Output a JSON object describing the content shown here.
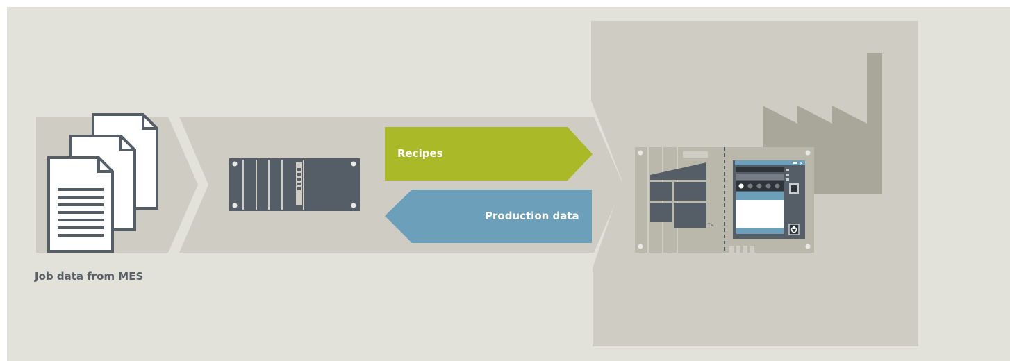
{
  "labels": {
    "recipes": "Recipes",
    "production_data": "Production data",
    "job_data": "Job data from MES"
  },
  "icons": {
    "documents": "documents-stack-icon",
    "controller": "rack-controller-icon",
    "pc": "industrial-pc-icon",
    "os_logo": "windows-logo-icon",
    "hmi_window": "hmi-window-icon",
    "factory": "factory-icon"
  },
  "trademark": "TM",
  "colors": {
    "background": "#e2e1da",
    "band": "#cfcdc3",
    "recipes_arrow": "#aab928",
    "production_arrow": "#6b9fba",
    "device_dark": "#555d66",
    "factory": "#a9a79a",
    "text": "#585f67"
  }
}
